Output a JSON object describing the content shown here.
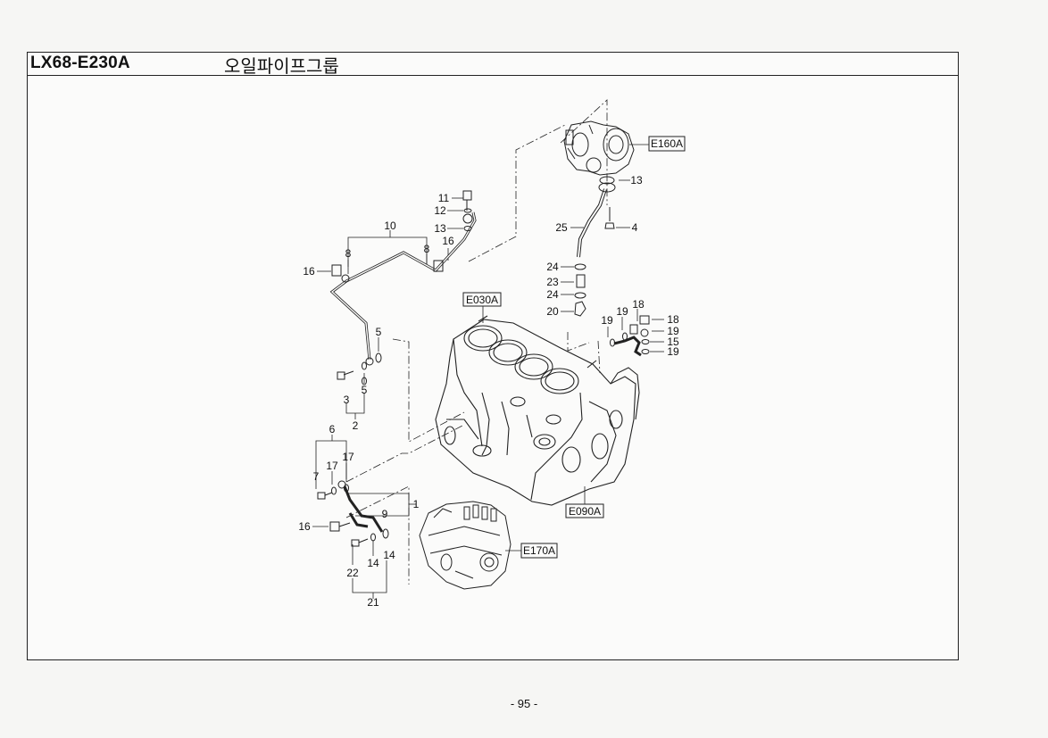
{
  "header": {
    "code": "LX68-E230A",
    "title": "오일파이프그룹"
  },
  "refs": {
    "turbo": "E160A",
    "block": "E030A",
    "cover": "E090A",
    "pump": "E170A"
  },
  "callouts": {
    "n1": "1",
    "n2": "2",
    "n3": "3",
    "n4": "4",
    "n5a": "5",
    "n5b": "5",
    "n6": "6",
    "n7": "7",
    "n8a": "8",
    "n8b": "8",
    "n9": "9",
    "n10": "10",
    "n11": "11",
    "n12": "12",
    "n13a": "13",
    "n13b": "13",
    "n14a": "14",
    "n14b": "14",
    "n15": "15",
    "n16a": "16",
    "n16b": "16",
    "n16c": "16",
    "n17a": "17",
    "n17b": "17",
    "n18a": "18",
    "n18b": "18",
    "n19a": "19",
    "n19b": "19",
    "n19c": "19",
    "n19d": "19",
    "n20": "20",
    "n21": "21",
    "n22": "22",
    "n23": "23",
    "n24a": "24",
    "n24b": "24",
    "n25": "25"
  },
  "footer": {
    "page": "- 95 -"
  }
}
